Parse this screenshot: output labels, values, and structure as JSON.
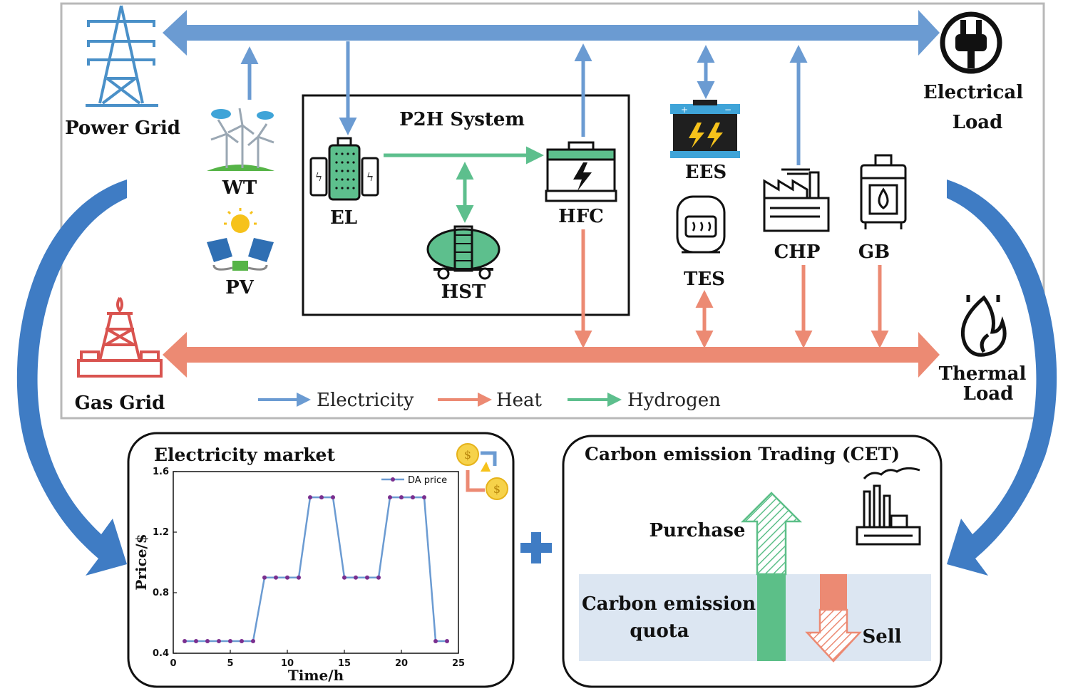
{
  "labels": {
    "power_grid": "Power Grid",
    "electrical_load_1": "Electrical",
    "electrical_load_2": "Load",
    "wt": "WT",
    "pv": "PV",
    "p2h_system": "P2H System",
    "el": "EL",
    "hst": "HST",
    "hfc": "HFC",
    "ees": "EES",
    "tes": "TES",
    "chp": "CHP",
    "gb": "GB",
    "gas_grid": "Gas Grid",
    "thermal_load_1": "Thermal",
    "thermal_load_2": "Load"
  },
  "legend": {
    "electricity": "Electricity",
    "heat": "Heat",
    "hydrogen": "Hydrogen"
  },
  "colors": {
    "electricity": "#6b9bd2",
    "heat": "#ec8a73",
    "hydrogen": "#5dbf8d",
    "quota_band": "#dce6f2",
    "green_bar": "#5cbf88",
    "sell_red": "#ec8a73"
  },
  "market": {
    "title": "Electricity market"
  },
  "cet": {
    "title": "Carbon emission Trading (CET)",
    "purchase": "Purchase",
    "quota_1": "Carbon emission",
    "quota_2": "quota",
    "sell": "Sell"
  },
  "chart_data": {
    "type": "line",
    "xlabel": "Time/h",
    "ylabel": "Price/$",
    "xlim": [
      0,
      25
    ],
    "ylim": [
      0.4,
      1.6
    ],
    "xticks": [
      "0",
      "5",
      "10",
      "15",
      "20",
      "25"
    ],
    "yticks": [
      "0.4",
      "0.8",
      "1.2",
      "1.6"
    ],
    "legend_position": "top-right",
    "grid": false,
    "series": [
      {
        "name": "DA price",
        "color": "#6b9bd2",
        "marker_color": "#7a2f8f",
        "x": [
          1,
          2,
          3,
          4,
          5,
          6,
          7,
          8,
          9,
          10,
          11,
          12,
          13,
          14,
          15,
          16,
          17,
          18,
          19,
          20,
          21,
          22,
          23,
          24
        ],
        "y": [
          0.48,
          0.48,
          0.48,
          0.48,
          0.48,
          0.48,
          0.48,
          0.9,
          0.9,
          0.9,
          0.9,
          1.43,
          1.43,
          1.43,
          0.9,
          0.9,
          0.9,
          0.9,
          1.43,
          1.43,
          1.43,
          1.43,
          0.48,
          0.48
        ]
      }
    ]
  }
}
